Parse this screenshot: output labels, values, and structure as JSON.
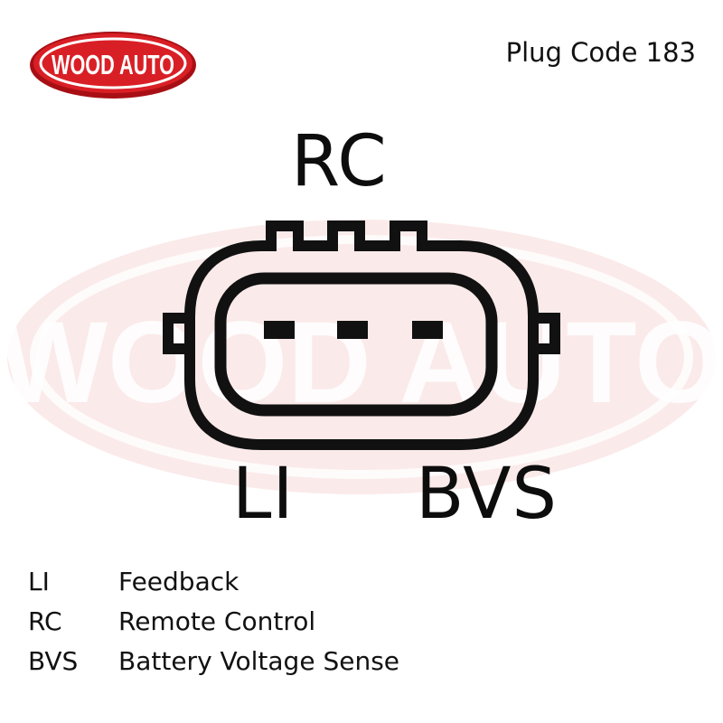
{
  "brand": {
    "logo_text": "WOOD AUTO",
    "watermark_text": "WOOD AUTO",
    "red": "#d91f26",
    "dark_red": "#a80f14"
  },
  "header": {
    "plug_code": "Plug Code 183"
  },
  "connector": {
    "pins": {
      "top": "RC",
      "bottom_left": "LI",
      "bottom_right": "BVS"
    },
    "stroke_color": "#111111"
  },
  "legend": [
    {
      "code": "LI",
      "description": "Feedback"
    },
    {
      "code": "RC",
      "description": "Remote Control"
    },
    {
      "code": "BVS",
      "description": "Battery Voltage Sense"
    }
  ]
}
